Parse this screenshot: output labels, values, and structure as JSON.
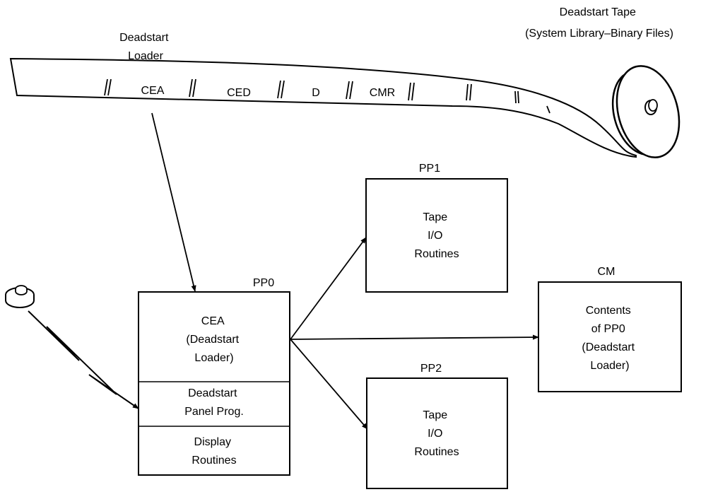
{
  "tape": {
    "title_lines": [
      "Deadstart Tape",
      "(System Library–Binary Files)"
    ],
    "loader_label_lines": [
      "Deadstart",
      "Loader"
    ],
    "segments": [
      "CEA",
      "CED",
      "D",
      "CMR"
    ]
  },
  "pp0": {
    "title": "PP0",
    "sections": [
      {
        "lines": [
          "CEA",
          "(Deadstart",
          "Loader)"
        ]
      },
      {
        "lines": [
          "Deadstart",
          "Panel Prog."
        ]
      },
      {
        "lines": [
          "Display",
          "Routines"
        ]
      }
    ]
  },
  "pp1": {
    "title": "PP1",
    "lines": [
      "Tape",
      "I/O",
      "Routines"
    ]
  },
  "pp2": {
    "title": "PP2",
    "lines": [
      "Tape",
      "I/O",
      "Routines"
    ]
  },
  "cm": {
    "title": "CM",
    "lines": [
      "Contents",
      "of PP0",
      "(Deadstart",
      "Loader)"
    ]
  }
}
